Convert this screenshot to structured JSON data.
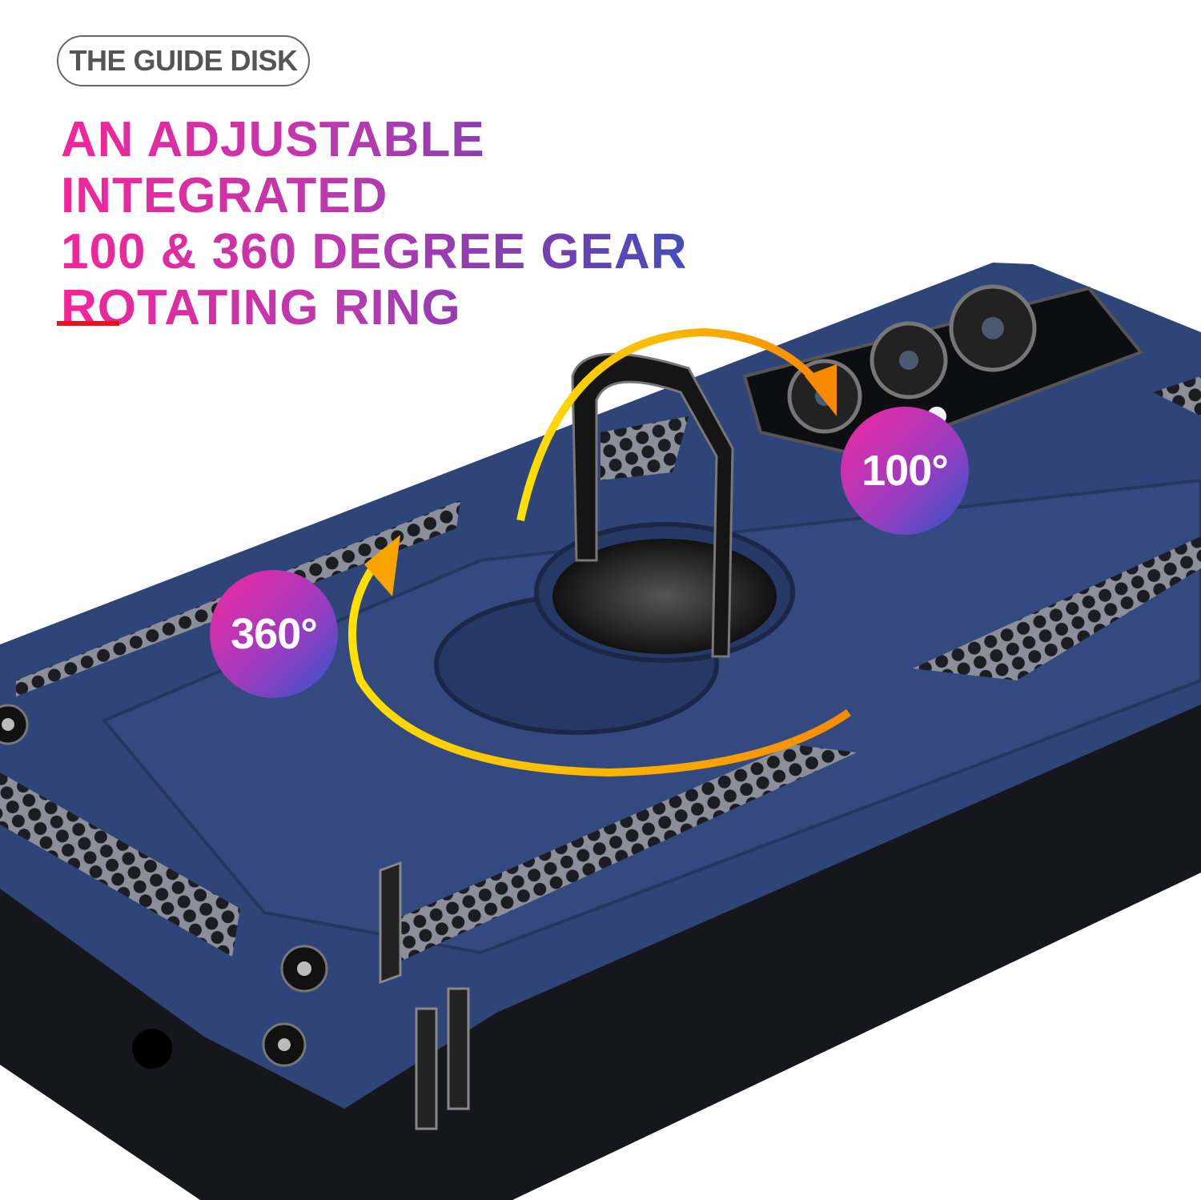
{
  "tag": "THE GUIDE DISK",
  "headline": [
    "AN ADJUSTABLE INTEGRATED",
    "100 & 360 DEGREE GEAR",
    "ROTATING RING"
  ],
  "badges": {
    "left": "360°",
    "right": "100°"
  },
  "colors": {
    "gradient_start": "#f5249a",
    "gradient_end": "#1d5ac0",
    "accent_bar": "#e8131b",
    "case_blue": "#2f4478",
    "arrow": "#f7a400"
  }
}
